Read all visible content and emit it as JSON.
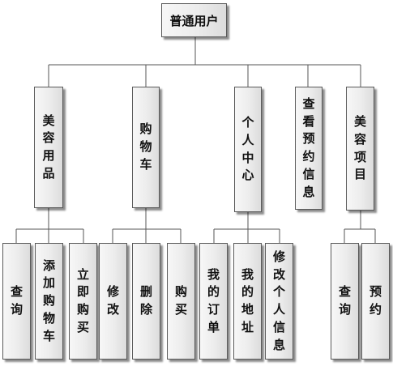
{
  "root": "普通用户",
  "categories": [
    {
      "label": "美容用品",
      "children": [
        "查询",
        "添加购物车",
        "立即购买"
      ]
    },
    {
      "label": "购物车",
      "children": [
        "修改",
        "删除",
        "购买"
      ]
    },
    {
      "label": "个人中心",
      "children": [
        "我的订单",
        "我的地址",
        "修改个人信息"
      ]
    },
    {
      "label": "查看预约信息",
      "children": []
    },
    {
      "label": "美容项目",
      "children": [
        "查询",
        "预约"
      ]
    }
  ]
}
